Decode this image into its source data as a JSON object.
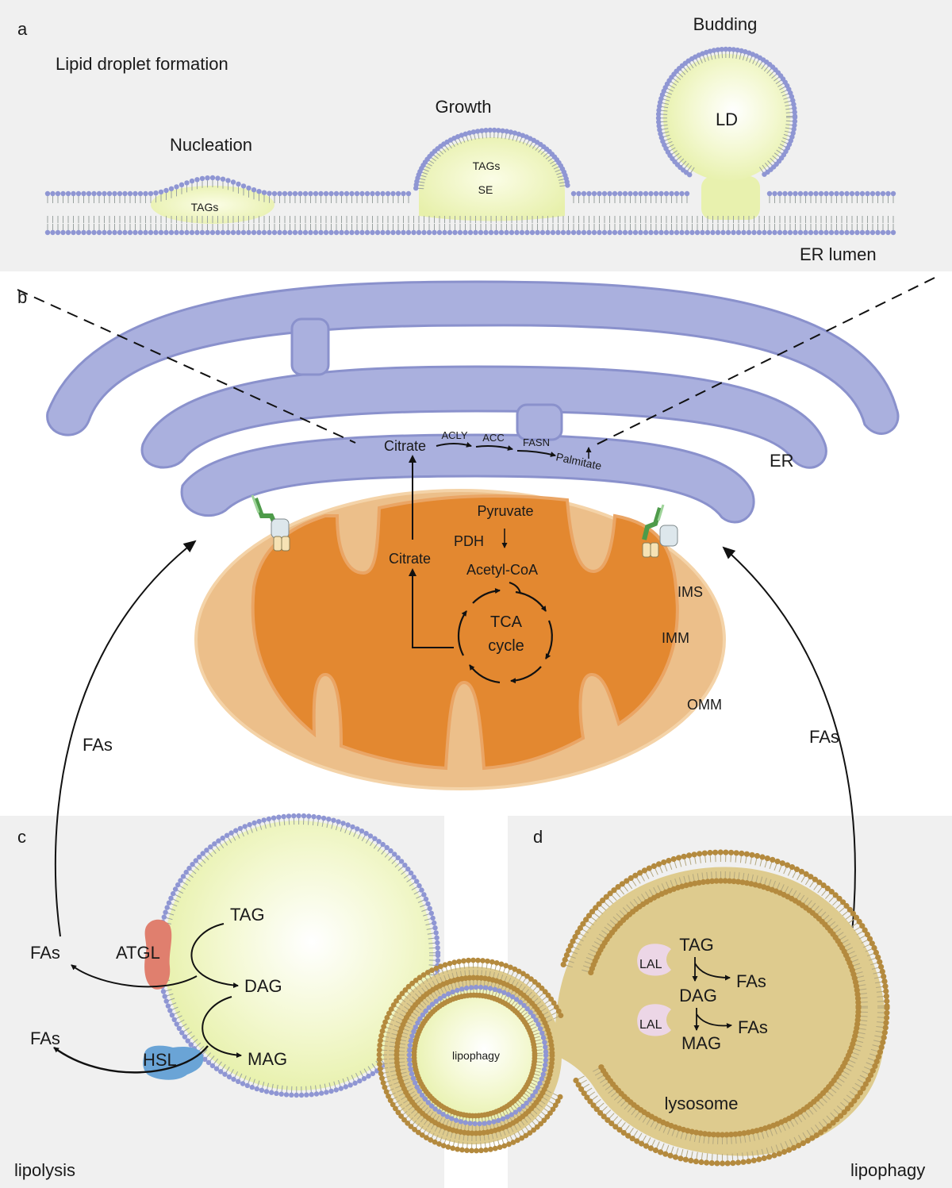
{
  "panel_a": {
    "letter": "a",
    "title": "Lipid droplet formation",
    "stages": [
      "Nucleation",
      "Growth",
      "Budding"
    ],
    "nucleation_content": "TAGs",
    "growth_content_1": "TAGs",
    "growth_content_2": "SE",
    "ld_label": "LD",
    "lumen_label": "ER lumen"
  },
  "panel_b": {
    "letter": "b",
    "er_label": "ER",
    "citrate_er": "Citrate",
    "enzymes": [
      "ACLY",
      "ACC",
      "FASN"
    ],
    "palmitate": "Palmitate",
    "pyruvate": "Pyruvate",
    "pdh": "PDH",
    "acetyl_coa": "Acetyl-CoA",
    "citrate_mito": "Citrate",
    "tca_1": "TCA",
    "tca_2": "cycle",
    "ims": "IMS",
    "imm": "IMM",
    "omm": "OMM",
    "fas_left": "FAs",
    "fas_right": "FAs"
  },
  "panel_c": {
    "letter": "c",
    "tag": "TAG",
    "dag": "DAG",
    "mag": "MAG",
    "atgl": "ATGL",
    "hsl": "HSL",
    "fas_1": "FAs",
    "fas_2": "FAs",
    "footer": "lipolysis"
  },
  "panel_d": {
    "letter": "d",
    "lal_1": "LAL",
    "lal_2": "LAL",
    "tag": "TAG",
    "dag": "DAG",
    "mag": "MAG",
    "fas_1": "FAs",
    "fas_2": "FAs",
    "lysosome": "lysosome",
    "autophagosome": "lipophagy",
    "footer": "lipophagy"
  },
  "colors": {
    "panel_bg": "#f0f0f0",
    "membrane_blue": "#8f96d3",
    "er_fill": "#aab0de",
    "lipid_fill": "#ecf4b8",
    "mito_outer": "#ecbf8a",
    "mito_inner": "#e38830",
    "lysosome_fill": "#decb8e",
    "lysosome_head": "#b48a3e",
    "atgl": "#e07f6e",
    "hsl": "#6aa4d6",
    "lal": "#ecd6e6"
  }
}
